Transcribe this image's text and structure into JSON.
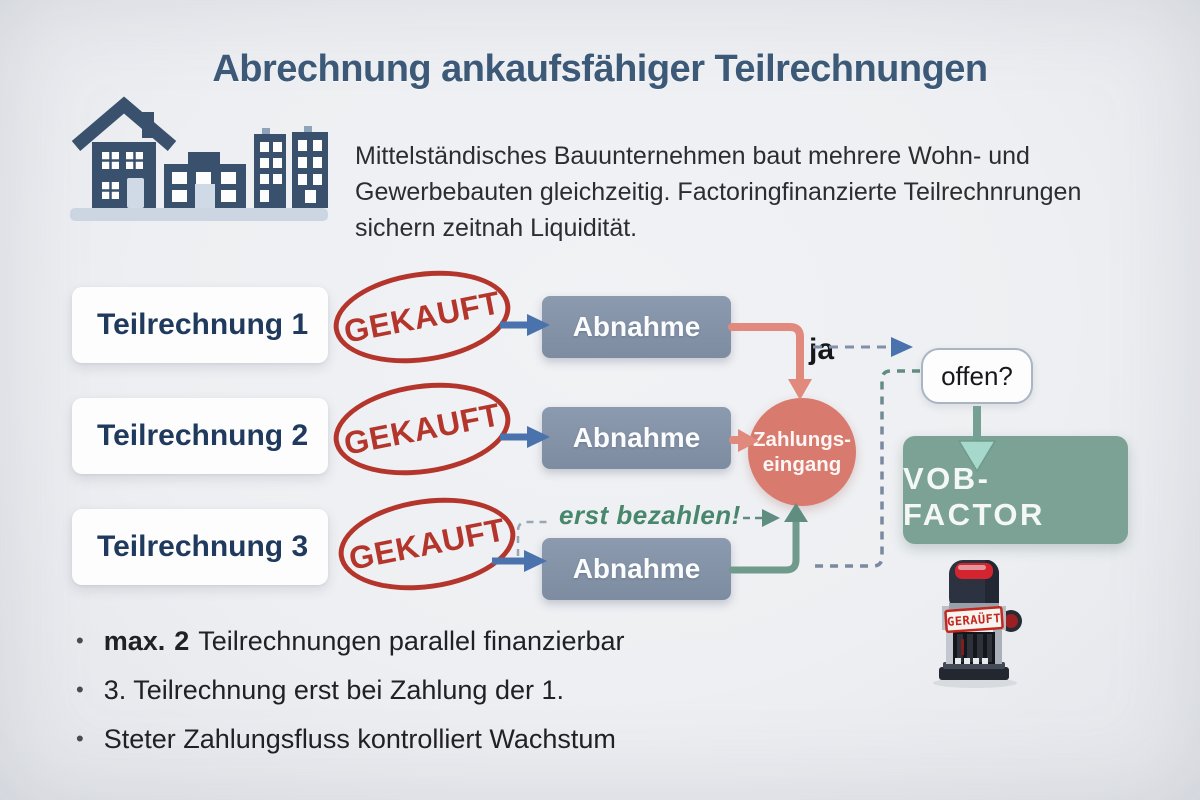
{
  "title": "Abrechnung ankaufsfähiger Teilrechnungen",
  "intro": {
    "text": "Mittelständisches Bauunternehmen baut mehrere Wohn- und Gewerbebauten gleichzeitig. Factoringfinanzierte Teilrechnrungen sichern zeitnah Liquidität."
  },
  "rows": [
    {
      "label": "Teilrechnung 1",
      "stamp": "GEKAUFT",
      "step": "Abnahme"
    },
    {
      "label": "Teilrechnung 2",
      "stamp": "GEKAUFT",
      "step": "Abnahme"
    },
    {
      "label": "Teilrechnung 3",
      "stamp": "GEKAUFT",
      "step": "Abnahme"
    }
  ],
  "flow": {
    "yes_label": "ja",
    "open_label": "offen?",
    "payment_line1": "Zahlungs-",
    "payment_line2": "eingang",
    "wait_label": "erst bezahlen!",
    "factor_label": "VOB-FACTOR",
    "stamp_3d_label": "GERAÜFT"
  },
  "bullets": [
    {
      "bold": "max.",
      "num": "2",
      "text": "Teilrechnungen parallel finanzierbar"
    },
    {
      "bold": "",
      "num": "",
      "text": "3. Teilrechnung erst bei Zahlung der 1."
    },
    {
      "bold": "",
      "num": "",
      "text": "Steter Zahlungsfluss kontrolliert Wachstum"
    }
  ],
  "icons": {
    "buildings": "buildings-illustration",
    "stamp3d": "self-inking-stamp"
  },
  "colors": {
    "stamp_red": "#b4352b",
    "salmon": "#d87a6e",
    "sage_green": "#7ba294",
    "arrow_blue": "#4a73ad",
    "navy_text": "#1f3a5c",
    "teal_line": "#6f9a8c",
    "slate_dash": "#8290a8",
    "background": "#edeff2"
  }
}
